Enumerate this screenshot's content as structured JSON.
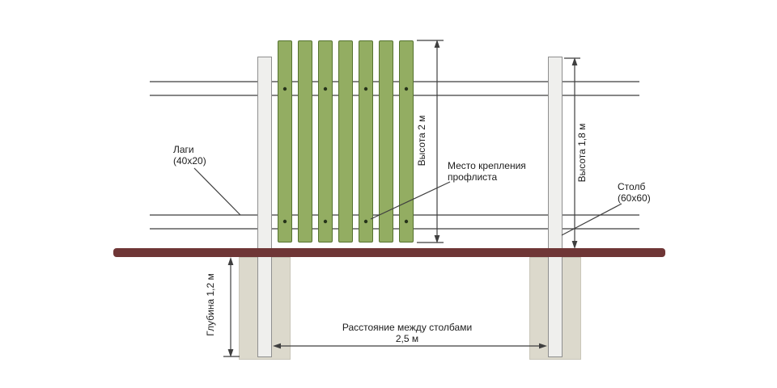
{
  "labels": {
    "rails": {
      "line1": "Лаги",
      "line2": "(40х20)"
    },
    "attachment": {
      "line1": "Место крепления",
      "line2": "профлиста"
    },
    "post": {
      "line1": "Столб",
      "line2": "(60х60)"
    }
  },
  "dimensions": {
    "sheet_height": "Высота 2 м",
    "post_height": "Высота 1,8 м",
    "depth": "Глубина 1,2 м",
    "post_distance": {
      "line1": "Расстояние между столбами",
      "line2": "2,5 м"
    }
  },
  "fence": {
    "plank_count": 7,
    "fastener_plank_indices": [
      0,
      2,
      4,
      6
    ]
  },
  "colors": {
    "plank_fill": "#93ad62",
    "plank_border": "#55732f",
    "ground": "#6f3636",
    "post_fill": "#efefed",
    "post_border": "#8f8f8f",
    "footing_fill": "#dcd9cc",
    "footing_border": "#c9c6b9",
    "line": "#3f3f3f",
    "text": "#1c1c1c"
  }
}
